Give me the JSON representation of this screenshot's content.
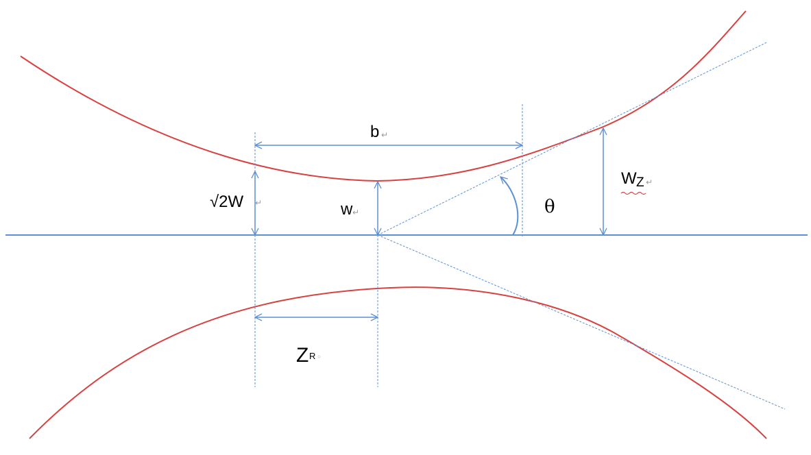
{
  "labels": {
    "b": "b",
    "sqrt2w": "√2W",
    "w": "w",
    "theta": "θ",
    "wz_main": "W",
    "wz_sub": "Z",
    "zr_main": "Z",
    "zr_sub": "R"
  },
  "colors": {
    "beam": "#d9403f",
    "guide": "#5b8fd6",
    "text": "#000000"
  },
  "icons": {
    "paragraph_mark": "↵",
    "small_mark": "◦"
  }
}
